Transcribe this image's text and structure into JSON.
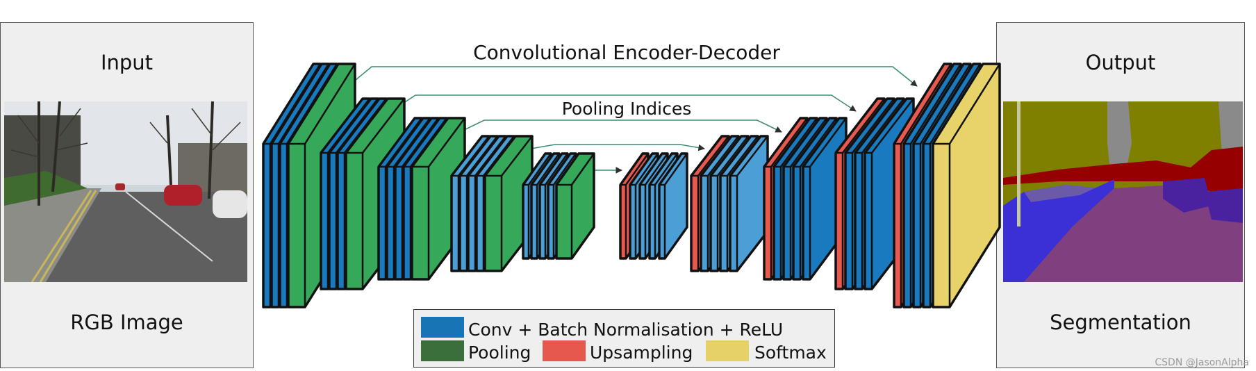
{
  "title": "Convolutional Encoder-Decoder",
  "pooling_label": "Pooling Indices",
  "input_panel": {
    "top_label": "Input",
    "bottom_label": "RGB Image"
  },
  "output_panel": {
    "top_label": "Output",
    "bottom_label": "Segmentation"
  },
  "legend": {
    "conv_label": "Conv + Batch Normalisation + ReLU",
    "pool_label": "Pooling",
    "upsample_label": "Upsampling",
    "softmax_label": "Softmax"
  },
  "colors": {
    "conv": "#1a7abf",
    "conv_light": "#4c9fd6",
    "pool": "#36a85a",
    "upsample": "#e85a4f",
    "softmax": "#e8d36a",
    "legend_conv": "#1874b4",
    "legend_pool": "#3a6e3a",
    "legend_upsample": "#e6584e",
    "legend_softmax": "#e6d068",
    "arrow": "#3d8b73"
  },
  "watermark": "CSDN @JasonAlpha"
}
